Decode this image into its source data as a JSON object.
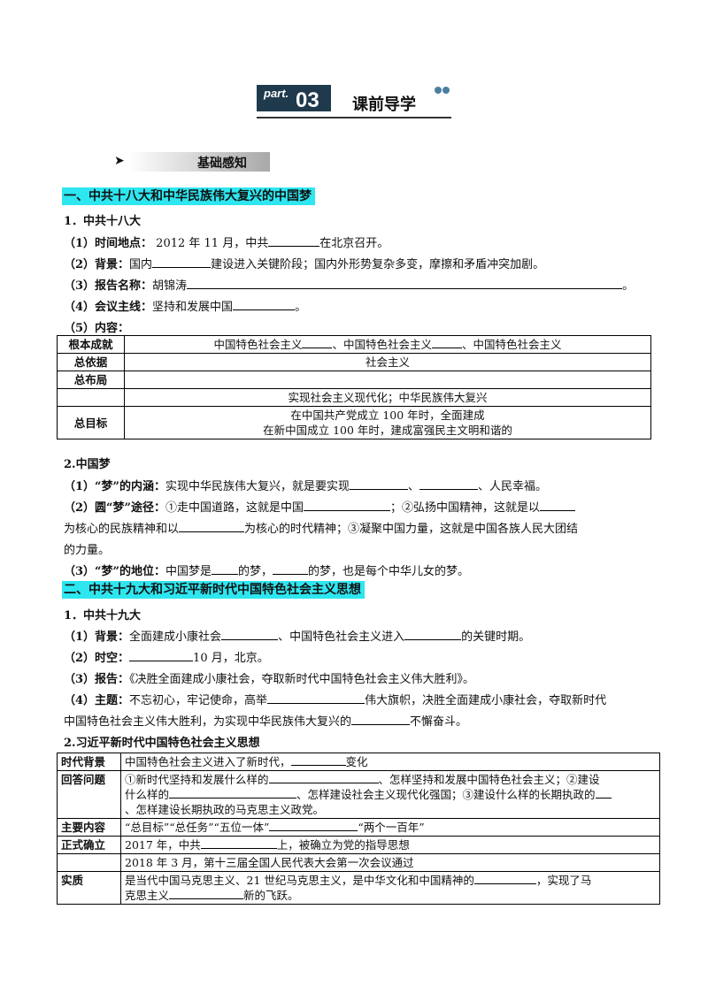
{
  "header": {
    "part_label": "part.",
    "part_number": "03",
    "title": "课前导学"
  },
  "section_banner": {
    "arrow": "➤",
    "title": "基础感知"
  },
  "s1": {
    "heading": "一、中共十八大和中华民族伟大复兴的中国梦",
    "sub1": "1．中共十八大",
    "l1_label": "（1）时间地点：",
    "l1_a": " 2012 年 11 月，中共",
    "l1_b": "在北京召开。",
    "l2_label": "（2）背景：",
    "l2_a": "国内",
    "l2_b": "建设进入关键阶段；国内外形势复杂多变，摩擦和矛盾冲突加剧。",
    "l3_label": "（3）报告名称：",
    "l3_a": "胡锦涛",
    "l3_b": "。",
    "l4_label": "（4）会议主线：",
    "l4_a": "坚持和发展中国",
    "l4_b": "。",
    "l5_label": "（5）内容：",
    "table": {
      "r1_k": "根本成就",
      "r1_a": "中国特色社会主义",
      "r1_b": "、中国特色社会主义",
      "r1_c": "、中国特色社会主义",
      "r2_k": "总依据",
      "r2_v": "社会主义",
      "r3_k": "总布局",
      "r4_v": "实现社会主义现代化；中华民族伟大复兴",
      "r5_k": "总目标",
      "r5_v1": "在中国共产党成立 100 年时，全面建成",
      "r5_v2": "在新中国成立 100 年时，建成富强民主文明和谐的"
    },
    "sub2": "2.中国梦",
    "m1_label": "（1）“梦”的内涵：",
    "m1_a": "实现中华民族伟大复兴，就是要实现",
    "m1_b": "、",
    "m1_c": "、人民幸福。",
    "m2_label": "（2）圆“梦”途径：",
    "m2_a": "①走中国道路，这就是中国",
    "m2_b": "；②弘扬中国精神，这就是以",
    "m2_c": "为核心的民族精神和以",
    "m2_d": "为核心的时代精神；③凝聚中国力量，这就是中国各族人民大团结",
    "m2_e": "的力量。",
    "m3_label": "（3）“梦”的地位：",
    "m3_a": "中国梦是",
    "m3_b": "的梦，",
    "m3_c": "的梦，也是每个中华儿女的梦。"
  },
  "s2": {
    "heading": "二、中共十九大和习近平新时代中国特色社会主义思想",
    "sub1": "1．中共十九大",
    "l1_label": "（1）背景：",
    "l1_a": "全面建成小康社会",
    "l1_b": "、中国特色社会主义进入",
    "l1_c": "的关键时期。",
    "l2_label": "（2）时空：",
    "l2_a": "10 月，北京。",
    "l3_label": "（3）报告：",
    "l3_a": "《决胜全面建成小康社会，夺取新时代中国特色社会主义伟大胜利》。",
    "l4_label": "（4）主题：",
    "l4_a": "不忘初心，牢记使命，高举",
    "l4_b": "伟大旗帜，决胜全面建成小康社会，夺取新时代",
    "l4_c": "中国特色社会主义伟大胜利，为实现中华民族伟大复兴的",
    "l4_d": "不懈奋斗。",
    "sub2": "2.习近平新时代中国特色社会主义思想",
    "table": {
      "r1_k": "时代背景",
      "r1_a": "中国特色社会主义进入了新时代，",
      "r1_b": "变化",
      "r2_k": "回答问题",
      "r2_a": "①新时代坚持和发展什么样的",
      "r2_b": "、怎样坚持和发展中国特色社会主义；②建设",
      "r2_c": "什么样的",
      "r2_d": "、怎样建设社会主义现代化强国；③建设什么样的长期执政的",
      "r2_e": "、怎样建设长期执政的马克思主义政党。",
      "r3_k": "主要内容",
      "r3_a": "“总目标”“总任务”“五位一体”",
      "r3_b": "“两个一百年”",
      "r4_k": "正式确立",
      "r4_a": "2017 年，中共",
      "r4_b": "上，被确立为党的指导思想",
      "r5_v": "2018 年 3 月，第十三届全国人民代表大会第一次会议通过",
      "r6_k": "实质",
      "r6_a": "是当代中国马克思主义、21 世纪马克思主义，是中华文化和中国精神的",
      "r6_b": "，实现了马",
      "r6_c": "克思主义",
      "r6_d": "新的飞跃。"
    }
  },
  "colors": {
    "highlight": "#2ee6f0",
    "part_bg": "#1f3a4d"
  }
}
